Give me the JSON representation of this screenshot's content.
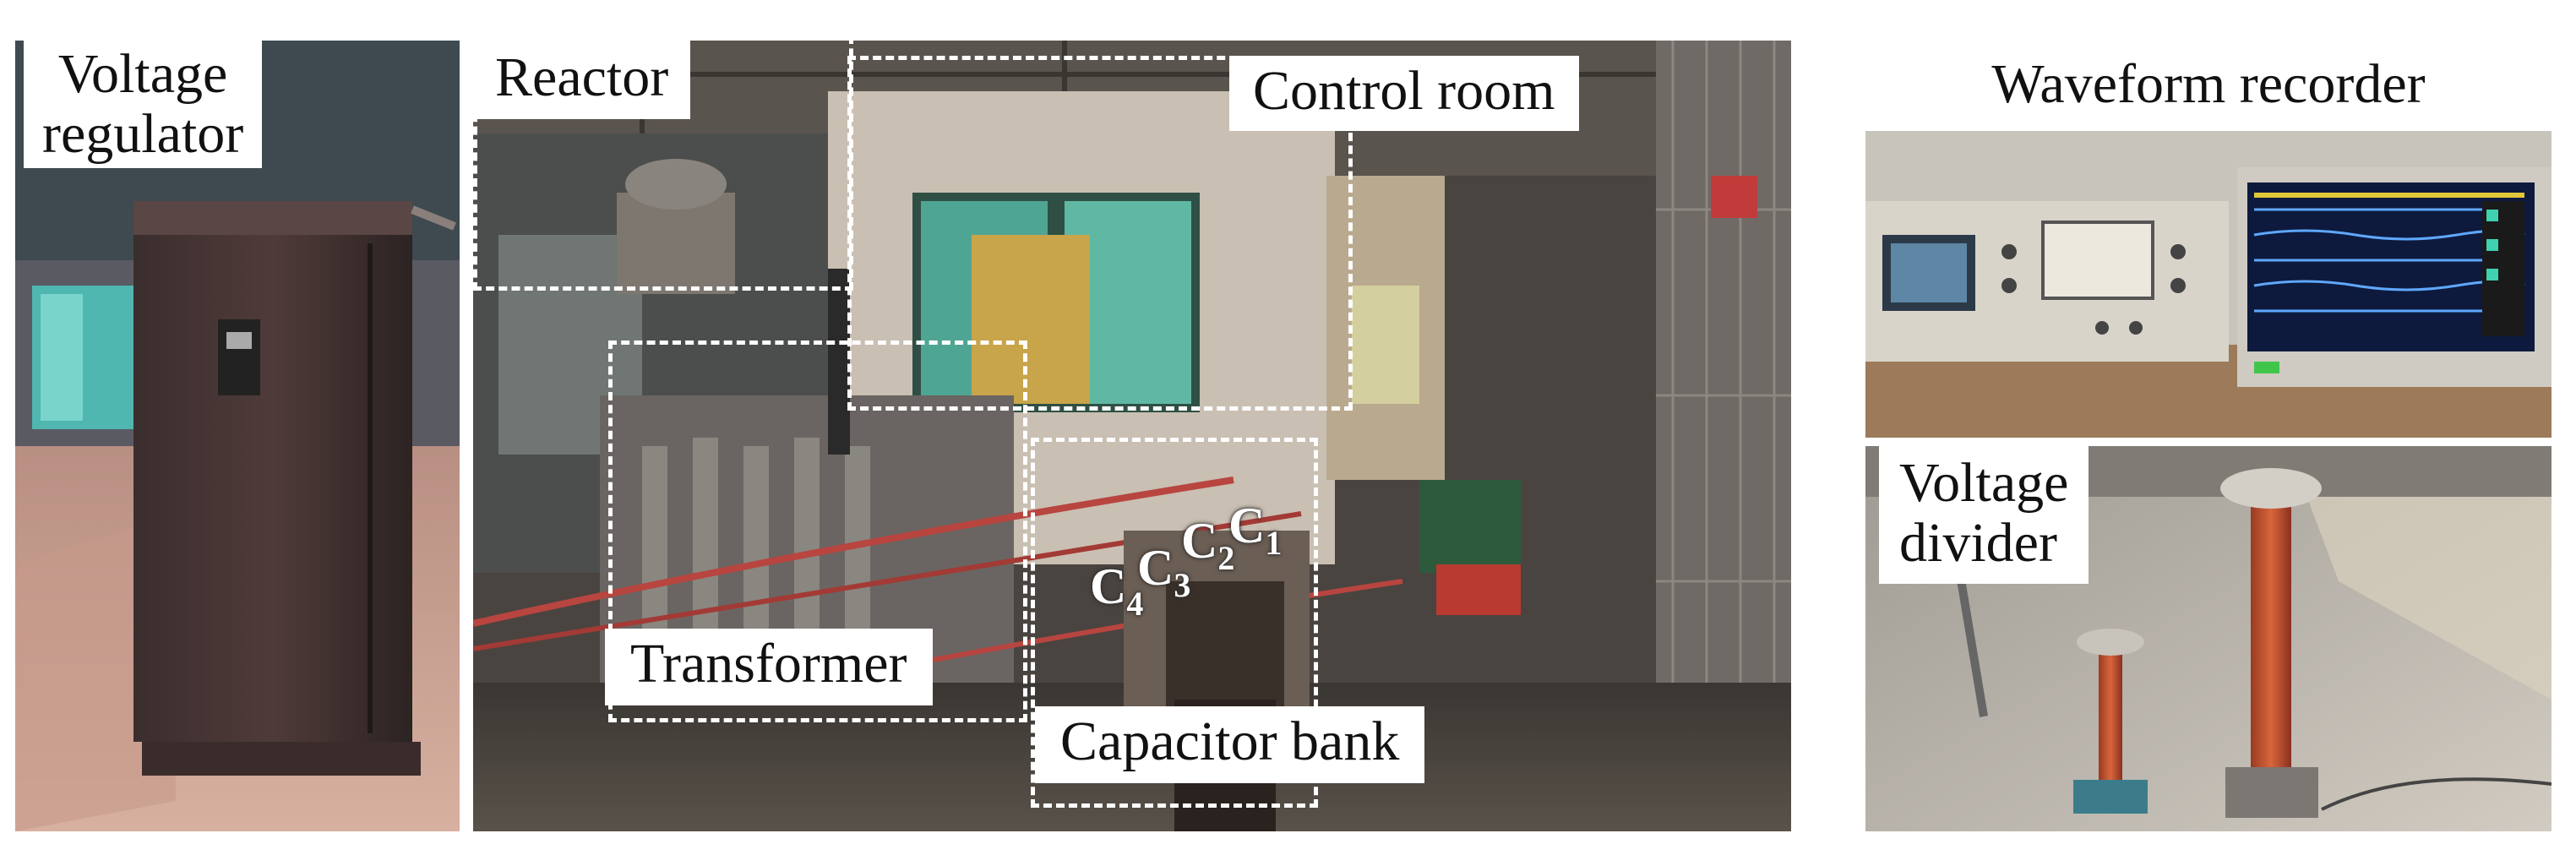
{
  "panels": {
    "regulator": {
      "label_line1": "Voltage",
      "label_line2": "regulator"
    },
    "lab": {
      "reactor": "Reactor",
      "control_room": "Control room",
      "transformer": "Transformer",
      "capacitor_bank": "Capacitor bank",
      "capacitors": [
        {
          "base": "C",
          "sub": "1"
        },
        {
          "base": "C",
          "sub": "2"
        },
        {
          "base": "C",
          "sub": "3"
        },
        {
          "base": "C",
          "sub": "4"
        }
      ]
    },
    "recorder": {
      "label": "Waveform recorder"
    },
    "divider": {
      "label_line1": "Voltage",
      "label_line2": "divider"
    }
  },
  "colors": {
    "annotation_box": "#ffffff",
    "label_background": "#ffffff",
    "label_text": "#111111"
  }
}
